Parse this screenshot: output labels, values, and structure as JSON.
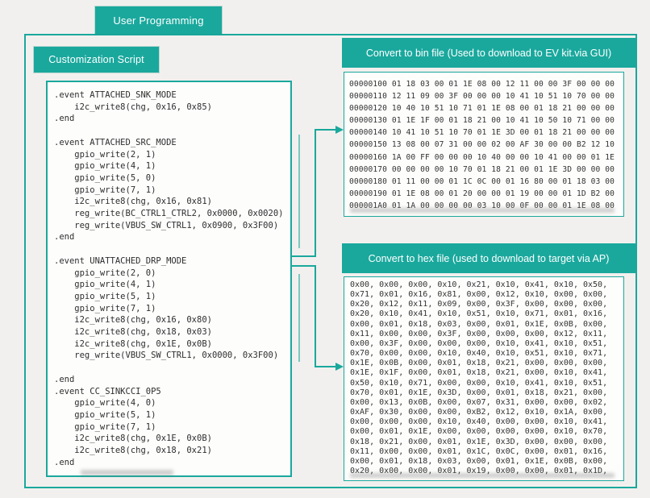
{
  "diagram": {
    "title": "User Programming",
    "script_label": "Customization Script",
    "colors": {
      "teal": "#1aa89d",
      "code_text": "#2e2e2e"
    },
    "script_lines": [
      ".event ATTACHED_SNK_MODE",
      "    i2c_write8(chg, 0x16, 0x85)",
      ".end",
      "",
      ".event ATTACHED_SRC_MODE",
      "    gpio_write(2, 1)",
      "    gpio_write(4, 1)",
      "    gpio_write(5, 0)",
      "    gpio_write(7, 1)",
      "    i2c_write8(chg, 0x16, 0x81)",
      "    reg_write(BC_CTRL1_CTRL2, 0x0000, 0x0020)",
      "    reg_write(VBUS_SW_CTRL1, 0x0900, 0x3F00)",
      ".end",
      "",
      ".event UNATTACHED_DRP_MODE",
      "    gpio_write(2, 0)",
      "    gpio_write(4, 1)",
      "    gpio_write(5, 1)",
      "    gpio_write(7, 1)",
      "    i2c_write8(chg, 0x16, 0x80)",
      "    i2c_write8(chg, 0x18, 0x03)",
      "    i2c_write8(chg, 0x1E, 0x0B)",
      "    reg_write(VBUS_SW_CTRL1, 0x0000, 0x3F00)",
      "",
      ".end",
      ".event CC_SINKCCI_0P5",
      "    gpio_write(4, 0)",
      "    gpio_write(5, 1)",
      "    gpio_write(7, 1)",
      "    i2c_write8(chg, 0x1E, 0x0B)",
      "    i2c_write8(chg, 0x18, 0x21)",
      ".end"
    ],
    "bin": {
      "header": "Convert to bin file (Used to download to EV kit.via GUI)",
      "lines": [
        "00000100 01 18 03 00 01 1E 08 00 12 11 00 00 3F 00 00 00",
        "00000110 12 11 09 00 3F 00 00 00 10 41 10 51 10 70 00 00",
        "00000120 10 40 10 51 10 71 01 1E 08 00 01 18 21 00 00 00",
        "00000130 01 1E 1F 00 01 18 21 00 10 41 10 50 10 71 00 00",
        "00000140 10 41 10 51 10 70 01 1E 3D 00 01 18 21 00 00 00",
        "00000150 13 08 00 07 31 00 00 02 00 AF 30 00 00 B2 12 10",
        "00000160 1A 00 FF 00 00 00 10 40 00 00 10 41 00 00 01 1E",
        "00000170 00 00 00 00 10 70 01 18 21 00 01 1E 3D 00 00 00",
        "00000180 01 11 00 00 01 1C 0C 00 01 16 80 00 01 18 03 00",
        "00000190 01 1E 08 00 01 20 00 00 01 19 00 00 01 1D B2 00",
        "000001A0 01 1A 00 00 00 00 03 10 00 0F 00 00 01 1E 08 00"
      ]
    },
    "hex": {
      "header": "Convert to hex file (used to download to target via AP)",
      "lines": [
        "0x00, 0x00, 0x00, 0x10, 0x21, 0x10, 0x41, 0x10, 0x50,",
        "0x71, 0x01, 0x16, 0x81, 0x00, 0x12, 0x10, 0x00, 0x00,",
        "0x20, 0x12, 0x11, 0x09, 0x00, 0x3F, 0x00, 0x00, 0x00,",
        "0x20, 0x10, 0x41, 0x10, 0x51, 0x10, 0x71, 0x01, 0x16,",
        "0x00, 0x01, 0x18, 0x03, 0x00, 0x01, 0x1E, 0x0B, 0x00,",
        "0x11, 0x00, 0x00, 0x3F, 0x00, 0x00, 0x00, 0x12, 0x11,",
        "0x00, 0x3F, 0x00, 0x00, 0x00, 0x10, 0x41, 0x10, 0x51,",
        "0x70, 0x00, 0x00, 0x10, 0x40, 0x10, 0x51, 0x10, 0x71,",
        "0x1E, 0x0B, 0x00, 0x01, 0x18, 0x21, 0x00, 0x00, 0x00,",
        "0x1E, 0x1F, 0x00, 0x01, 0x18, 0x21, 0x00, 0x10, 0x41,",
        "0x50, 0x10, 0x71, 0x00, 0x00, 0x10, 0x41, 0x10, 0x51,",
        "0x70, 0x01, 0x1E, 0x3D, 0x00, 0x01, 0x18, 0x21, 0x00,",
        "0x00, 0x13, 0x0B, 0x00, 0x07, 0x31, 0x00, 0x00, 0x02,",
        "0xAF, 0x30, 0x00, 0x00, 0xB2, 0x12, 0x10, 0x1A, 0x00,",
        "0x00, 0x00, 0x00, 0x10, 0x40, 0x00, 0x00, 0x10, 0x41,",
        "0x00, 0x01, 0x1E, 0x00, 0x00, 0x00, 0x00, 0x10, 0x70,",
        "0x18, 0x21, 0x00, 0x01, 0x1E, 0x3D, 0x00, 0x00, 0x00,",
        "0x11, 0x00, 0x00, 0x01, 0x1C, 0x0C, 0x00, 0x01, 0x16,",
        "0x00, 0x01, 0x18, 0x03, 0x00, 0x01, 0x1E, 0x0B, 0x00,",
        "0x20, 0x00, 0x00, 0x01, 0x19, 0x00, 0x00, 0x01, 0x1D,"
      ]
    }
  }
}
